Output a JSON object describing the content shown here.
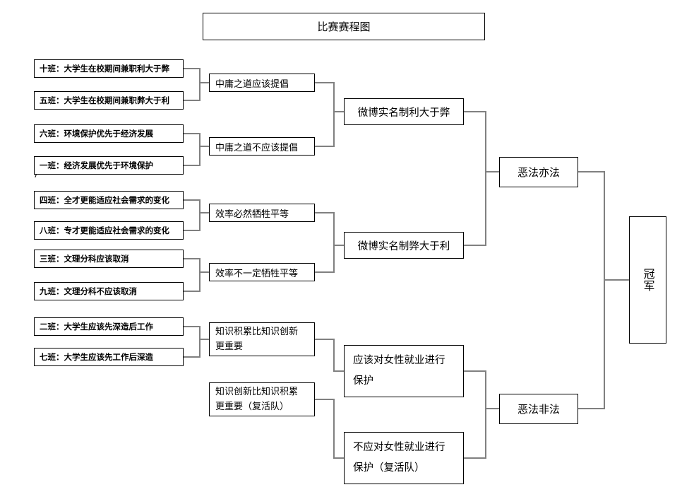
{
  "diagram": {
    "title": "比赛赛程图",
    "champion_label": "冠军"
  },
  "round1": [
    {
      "label": "十班：大学生在校期间兼职利大于弊"
    },
    {
      "label": "五班：大学生在校期间兼职弊大于利"
    },
    {
      "label": "六班：环境保护优先于经济发展"
    },
    {
      "label": "一班：经济发展优先于环境保护"
    },
    {
      "label": "四班：全才更能适应社会需求的变化"
    },
    {
      "label": "八班：专才更能适应社会需求的变化"
    },
    {
      "label": "三班：文理分科应该取消"
    },
    {
      "label": "九班：文理分科不应该取消"
    },
    {
      "label": "二班：大学生应该先深造后工作"
    },
    {
      "label": "七班：大学生应该先工作后深造"
    }
  ],
  "round2": [
    {
      "label": "中庸之道应该提倡"
    },
    {
      "label": "中庸之道不应该提倡"
    },
    {
      "label": "效率必然牺牲平等"
    },
    {
      "label": "效率不一定牺牲平等"
    },
    {
      "line1": "知识积累比知识创新",
      "line2": "更重要"
    },
    {
      "line1": "知识创新比知识积累",
      "line2": "更重要（复活队）"
    }
  ],
  "round3": [
    {
      "label": "微博实名制利大于弊"
    },
    {
      "label": "微博实名制弊大于利"
    },
    {
      "line1": "应该对女性就业进行",
      "line2": "保护"
    },
    {
      "line1": "不应对女性就业进行",
      "line2": "保护（复活队）"
    }
  ],
  "round4": [
    {
      "label": "恶法亦法"
    },
    {
      "label": "恶法非法"
    }
  ],
  "colors": {
    "connector": "#808080",
    "border": "#000000",
    "background": "#ffffff",
    "text": "#000000"
  }
}
